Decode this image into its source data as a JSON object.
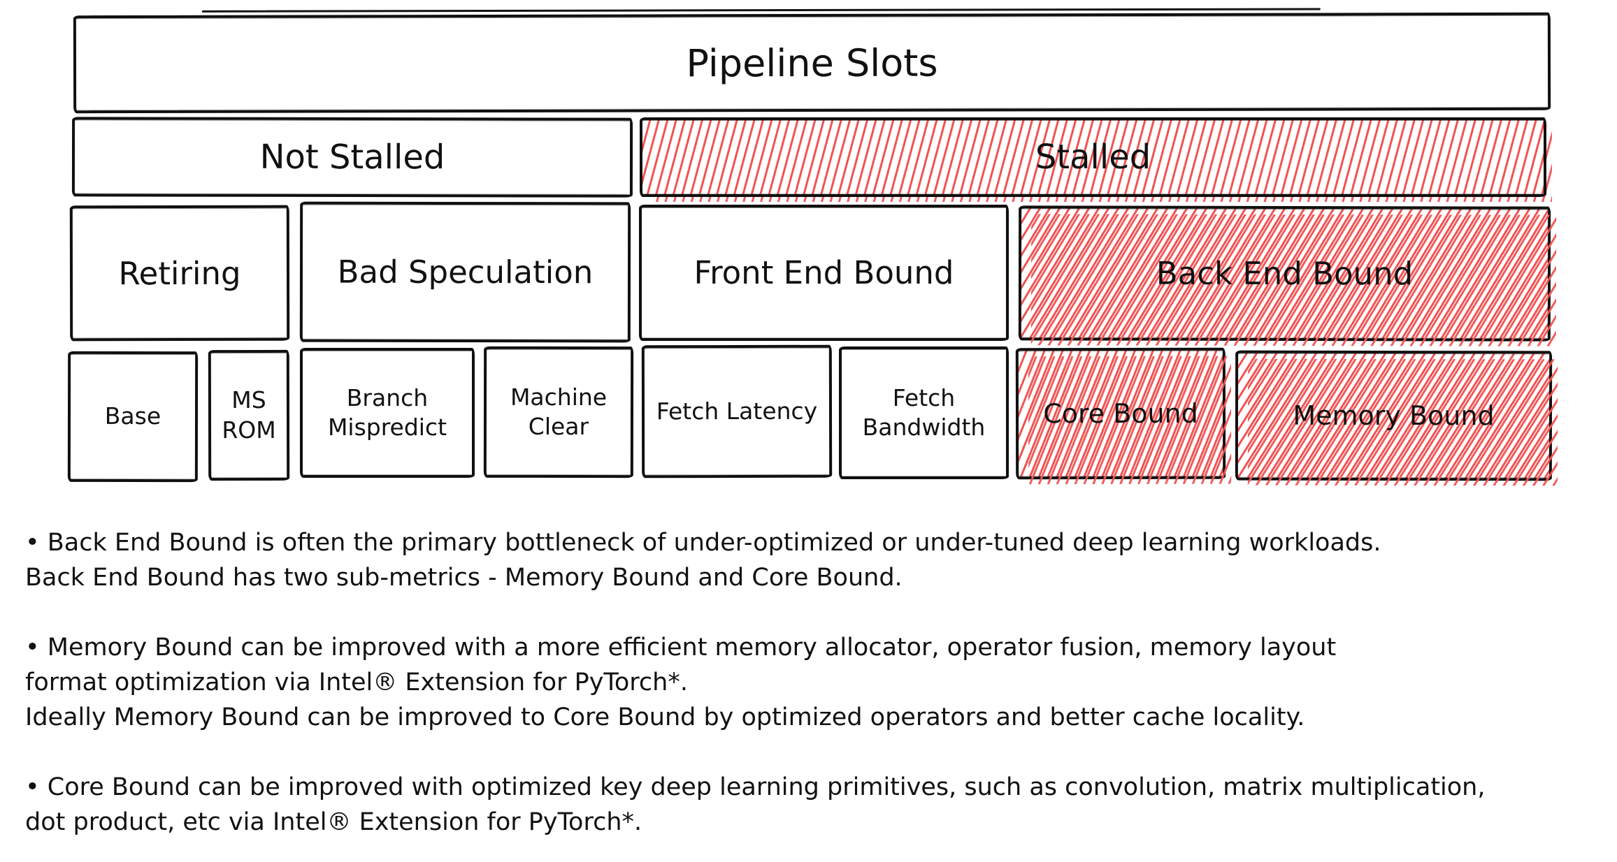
{
  "diagram": {
    "title": "Pipeline Slots",
    "row2": {
      "not_stalled": "Not Stalled",
      "stalled": "Stalled"
    },
    "row3": {
      "retiring": "Retiring",
      "bad_speculation": "Bad Speculation",
      "front_end_bound": "Front End Bound",
      "back_end_bound": "Back End Bound"
    },
    "row4": {
      "base": "Base",
      "ms_rom": "MS ROM",
      "branch_mispredict": "Branch Mispredict",
      "machine_clear": "Machine Clear",
      "fetch_latency": "Fetch Latency",
      "fetch_bandwidth": "Fetch Bandwidth",
      "core_bound": "Core Bound",
      "memory_bound": "Memory Bound"
    },
    "colors": {
      "hatch_red": "#f15454",
      "ink": "#111111"
    }
  },
  "notes": {
    "paragraphs": [
      {
        "lines": [
          "• Back End Bound is often the primary bottleneck of under-optimized or under-tuned deep learning workloads.",
          "Back End Bound has two sub-metrics - Memory Bound and Core Bound."
        ]
      },
      {
        "lines": [
          "• Memory Bound can be improved with a more efficient memory allocator, operator fusion, memory layout",
          "format optimization via Intel® Extension for PyTorch*.",
          "Ideally Memory Bound can be improved to Core Bound by optimized operators and better cache locality."
        ]
      },
      {
        "lines": [
          "• Core Bound can be improved with optimized key deep learning primitives, such as convolution, matrix multiplication,",
          "dot product, etc via Intel® Extension for PyTorch*."
        ]
      }
    ]
  }
}
